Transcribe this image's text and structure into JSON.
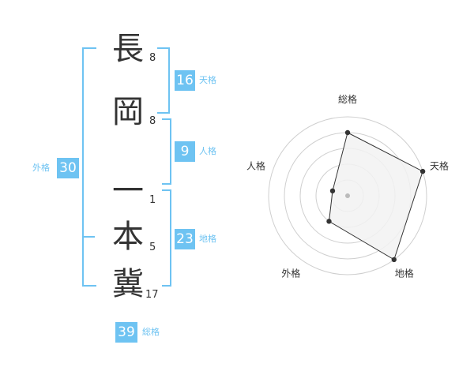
{
  "characters": [
    {
      "char": "長",
      "strokes": "8"
    },
    {
      "char": "岡",
      "strokes": "8"
    },
    {
      "char": "一",
      "strokes": "1"
    },
    {
      "char": "本",
      "strokes": "5"
    },
    {
      "char": "冀",
      "strokes": "17"
    }
  ],
  "fortunes": {
    "tenkaku": {
      "value": "16",
      "label": "天格"
    },
    "jinkaku": {
      "value": "9",
      "label": "人格"
    },
    "chikaku": {
      "value": "23",
      "label": "地格"
    },
    "gaikaku": {
      "value": "30",
      "label": "外格"
    },
    "soukaku": {
      "value": "39",
      "label": "総格"
    }
  },
  "colors": {
    "accent": "#6ec3f2",
    "radar_fill": "#f2f2f2",
    "radar_line": "#333333"
  },
  "chart_data": {
    "type": "radar",
    "axes": [
      "総格",
      "天格",
      "地格",
      "外格",
      "人格"
    ],
    "values": [
      4,
      5,
      5,
      2,
      1
    ],
    "max": 5,
    "rings": 5
  }
}
